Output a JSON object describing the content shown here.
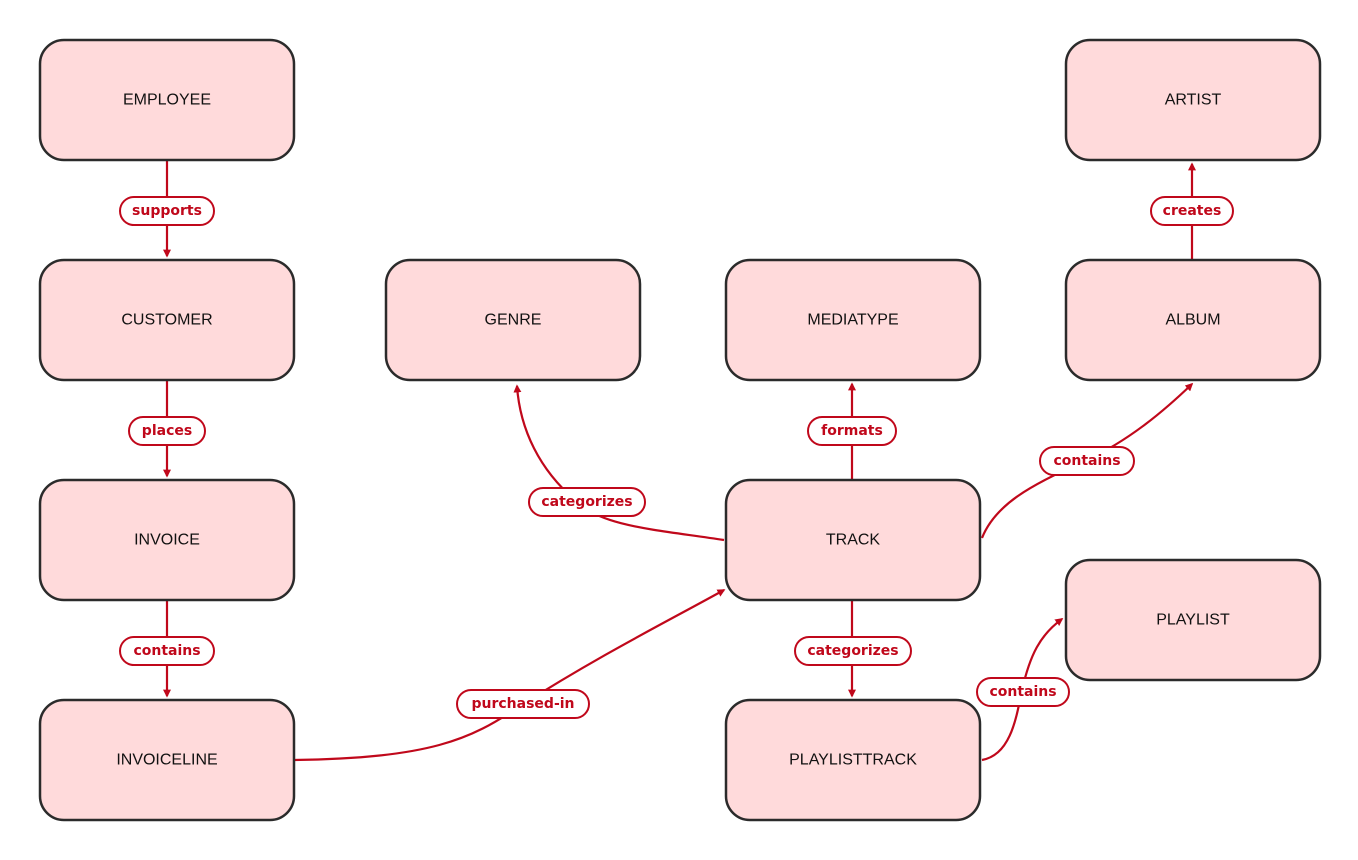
{
  "colors": {
    "node_fill": "#ffdadb",
    "node_stroke": "#2b2b2b",
    "edge": "#c0081b",
    "label_text": "#c0081b"
  },
  "nodes": {
    "employee": "EMPLOYEE",
    "customer": "CUSTOMER",
    "invoice": "INVOICE",
    "invoiceline": "INVOICELINE",
    "genre": "GENRE",
    "mediatype": "MEDIATYPE",
    "track": "TRACK",
    "artist": "ARTIST",
    "album": "ALBUM",
    "playlist": "PLAYLIST",
    "playlisttrack": "PLAYLISTTRACK"
  },
  "edges": {
    "employee_customer": "supports",
    "customer_invoice": "places",
    "invoice_invoiceline": "contains",
    "invoiceline_track": "purchased-in",
    "track_genre": "categorizes",
    "track_mediatype": "formats",
    "track_album": "contains",
    "album_artist": "creates",
    "track_playlisttrack": "categorizes",
    "playlisttrack_playlist": "contains"
  }
}
